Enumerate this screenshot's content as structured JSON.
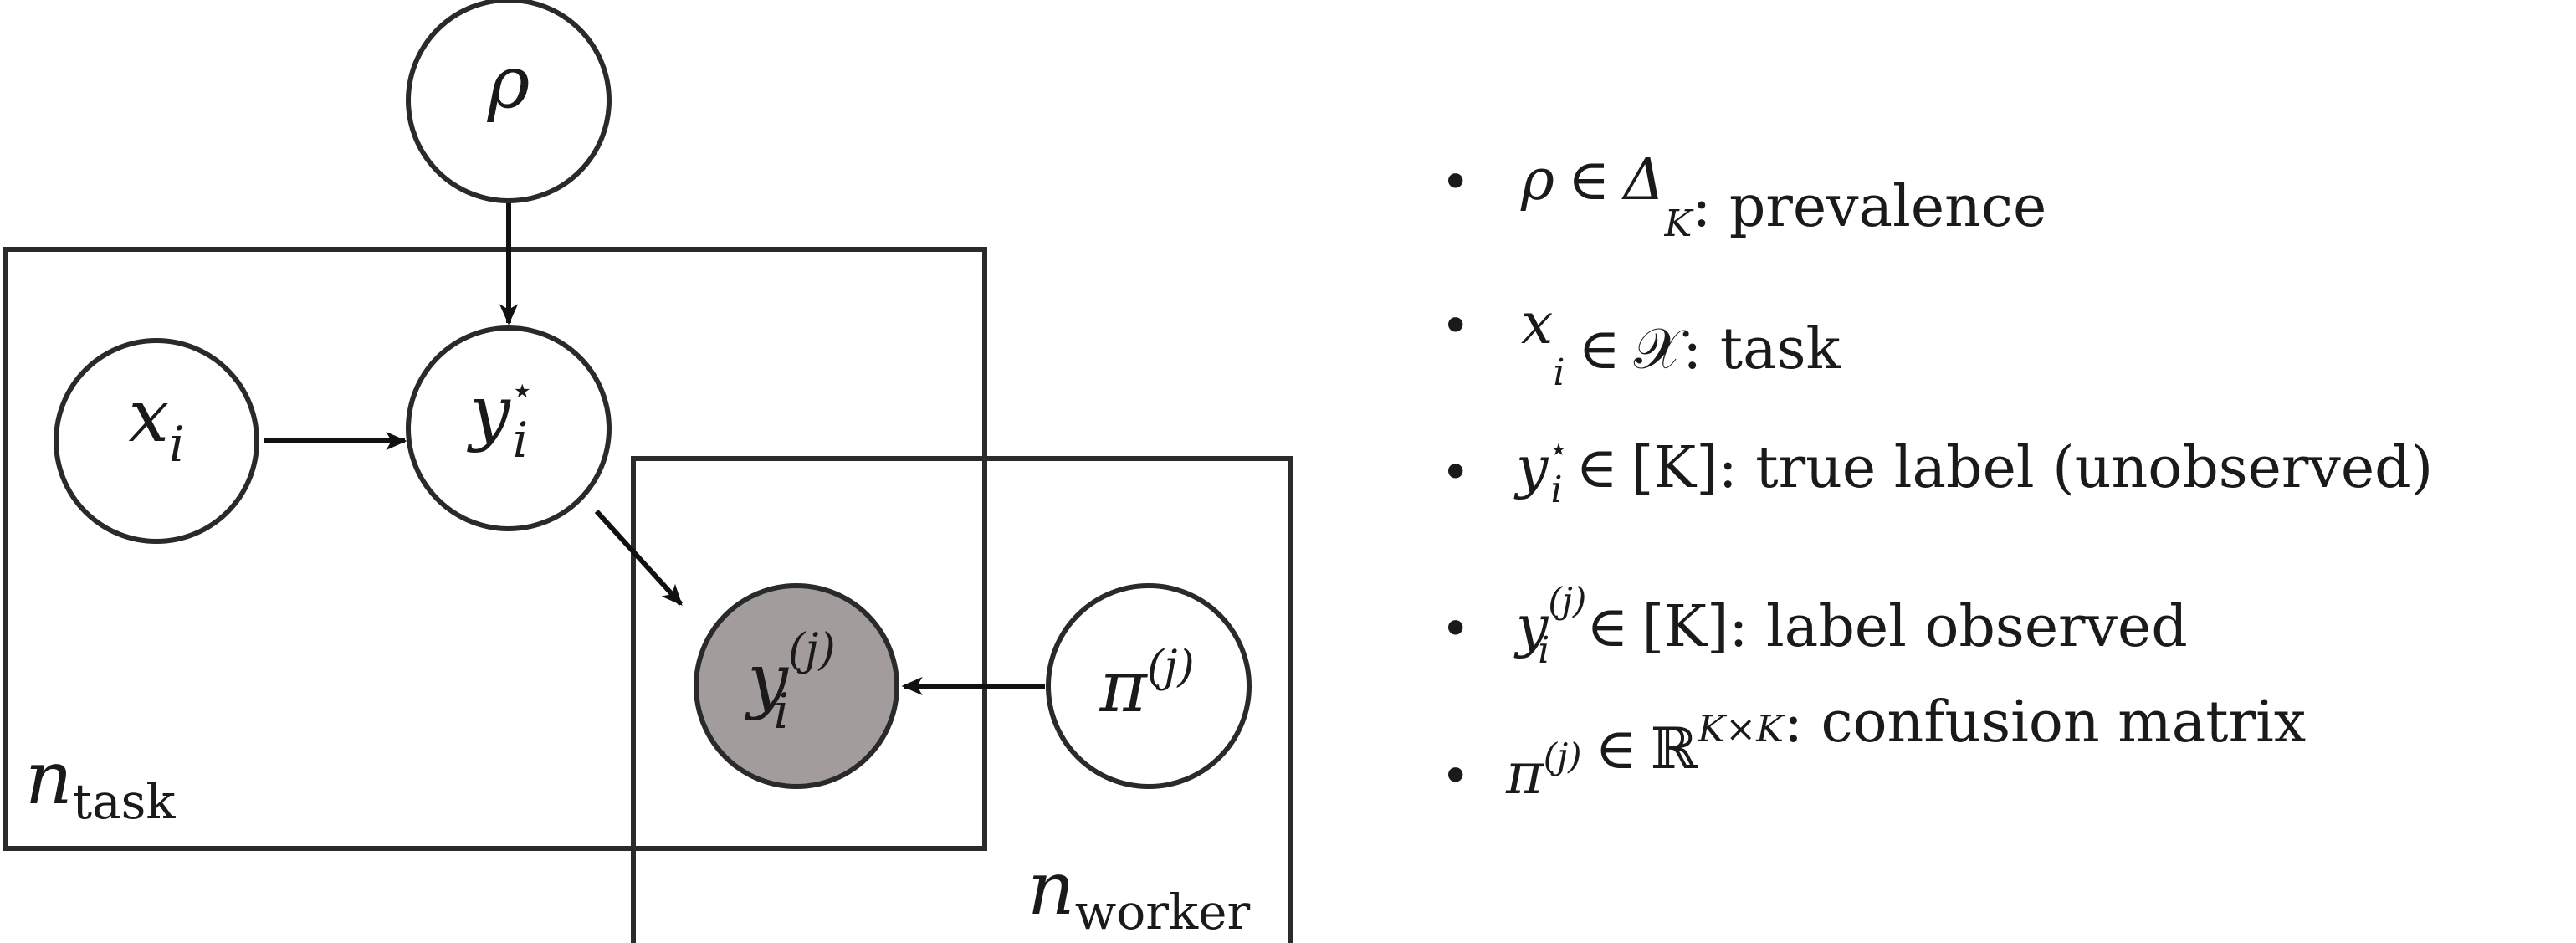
{
  "nodes": {
    "rho": {
      "name": "ρ"
    },
    "x": {
      "base": "x",
      "sub": "i"
    },
    "y_star": {
      "base": "y",
      "sup": "⋆",
      "sub": "i"
    },
    "y_obs": {
      "base": "y",
      "sup": "(j)",
      "sub": "i",
      "observed": true
    },
    "pi": {
      "base": "π",
      "sup": "(j)"
    }
  },
  "plates": {
    "task": {
      "base": "n",
      "sub": "task"
    },
    "worker": {
      "base": "n",
      "sub": "worker"
    }
  },
  "legend": {
    "bullet": "•",
    "items": [
      {
        "symbol": "ρ",
        "sup": "",
        "sub": "",
        "rel": "∈",
        "set": "Δ",
        "set_sup": "",
        "set_sub": "K",
        "desc": ": prevalence"
      },
      {
        "symbol": "x",
        "sup": "",
        "sub": "i",
        "rel": "∈",
        "set": "𝒳",
        "set_sup": "",
        "set_sub": "",
        "desc": ": task"
      },
      {
        "symbol": "y",
        "sup": "⋆",
        "sub": "i",
        "rel": "∈",
        "set": "[K]",
        "set_sup": "",
        "set_sub": "",
        "desc": ": true label (unobserved)"
      },
      {
        "symbol": "y",
        "sup": "(j)",
        "sub": "i",
        "rel": "∈",
        "set": "[K]",
        "set_sup": "",
        "set_sub": "",
        "desc": ": label observed"
      },
      {
        "symbol": "π",
        "sup": "(j)",
        "sub": "",
        "rel": "∈",
        "set": "ℝ",
        "set_sup": "K×K",
        "set_sub": "",
        "desc": ": confusion matrix"
      }
    ]
  },
  "colors": {
    "observed_fill": "#a39c9c",
    "stroke": "#2a2a2a"
  }
}
